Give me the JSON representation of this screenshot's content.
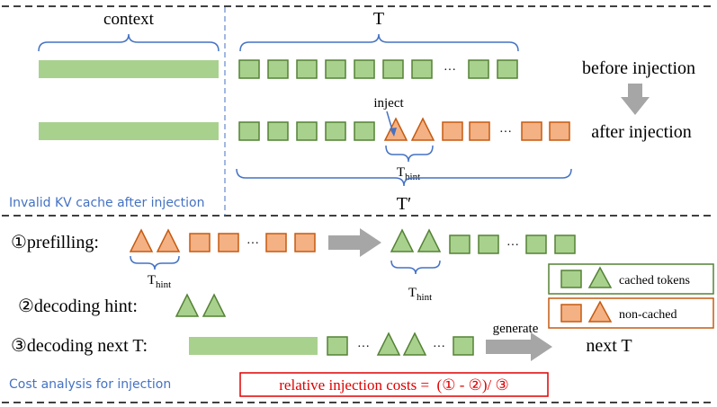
{
  "colors": {
    "green_fill": "#a9d18e",
    "green_stroke": "#548235",
    "orange_fill": "#f4b183",
    "orange_stroke": "#c55a11",
    "arrow_gray": "#a6a6a6",
    "caption_blue": "#4472c4",
    "red": "#e00000",
    "dashed_line": "#000000",
    "divider_blue": "#4472c4"
  },
  "top": {
    "context_label": "context",
    "t_label": "T",
    "ellipsis": "···",
    "before_label": "before injection",
    "inject_label": "inject",
    "after_label": "after injection",
    "thint_base": "T",
    "thint_sub": "hint",
    "tprime_label": "T′",
    "caption": "Invalid KV cache after injection"
  },
  "bottom": {
    "prefill_label": "①prefilling:",
    "decode_hint_label": "②decoding hint:",
    "decode_next_label": "③decoding next T:",
    "ellipsis": "···",
    "thint_base": "T",
    "thint_sub": "hint",
    "generate_label": "generate",
    "next_t_label": "next T",
    "caption": "Cost analysis for injection",
    "formula": "relative injection costs =  (① - ②)/ ③"
  },
  "legend": {
    "cached": "cached tokens",
    "noncached": "non-cached"
  }
}
